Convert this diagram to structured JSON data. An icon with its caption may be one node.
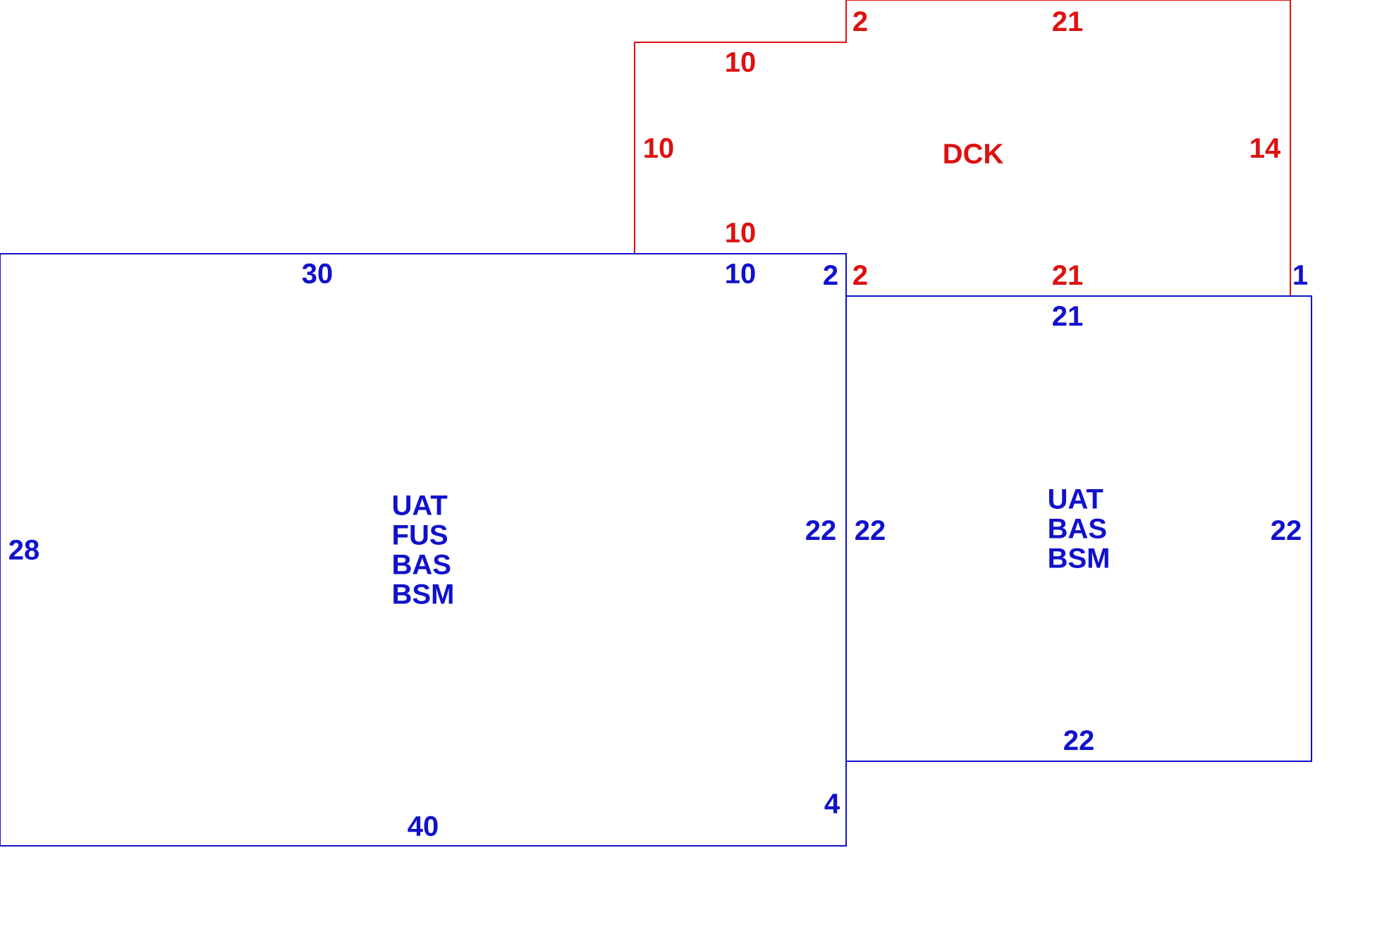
{
  "diagram": {
    "nodes": [
      {
        "text": [
          "DCK"
        ]
      },
      {
        "text": [
          "UAT",
          "FUS",
          "BAS",
          "BSM"
        ]
      },
      {
        "text": [
          "UAT",
          "BAS",
          "BSM"
        ]
      }
    ],
    "edges": [],
    "labels": [
      "2",
      "21",
      "10",
      "10",
      "14",
      "10",
      "30",
      "10",
      "2",
      "2",
      "21",
      "1",
      "21",
      "28",
      "22",
      "22",
      "22",
      "22",
      "4",
      "40"
    ]
  }
}
